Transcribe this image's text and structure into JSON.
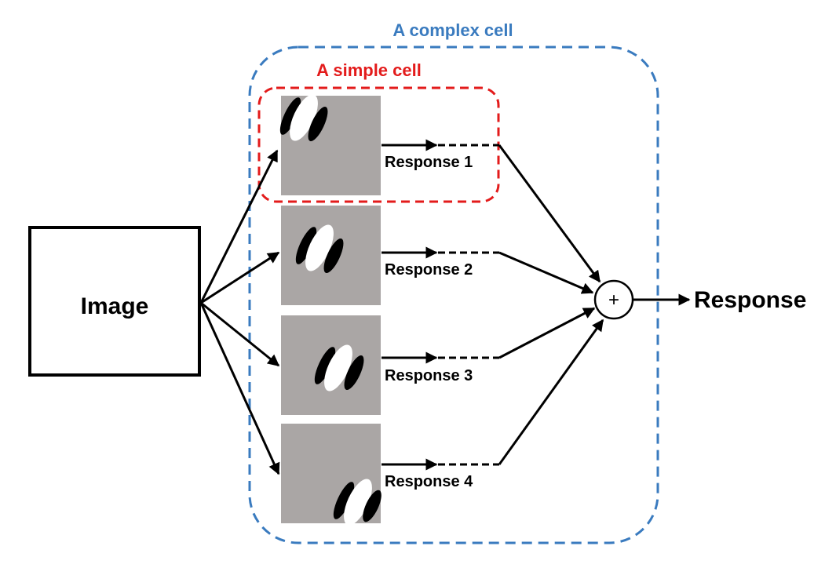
{
  "labels": {
    "complex_cell": "A complex cell",
    "simple_cell": "A simple cell",
    "image": "Image",
    "sum_symbol": "+",
    "output": "Response"
  },
  "responses": [
    {
      "label": "Response 1"
    },
    {
      "label": "Response 2"
    },
    {
      "label": "Response 3"
    },
    {
      "label": "Response 4"
    }
  ],
  "colors": {
    "complex_cell_border": "#3a7bbf",
    "simple_cell_border": "#e31b1b",
    "filter_background": "#aaa6a5",
    "stroke": "#000000"
  }
}
